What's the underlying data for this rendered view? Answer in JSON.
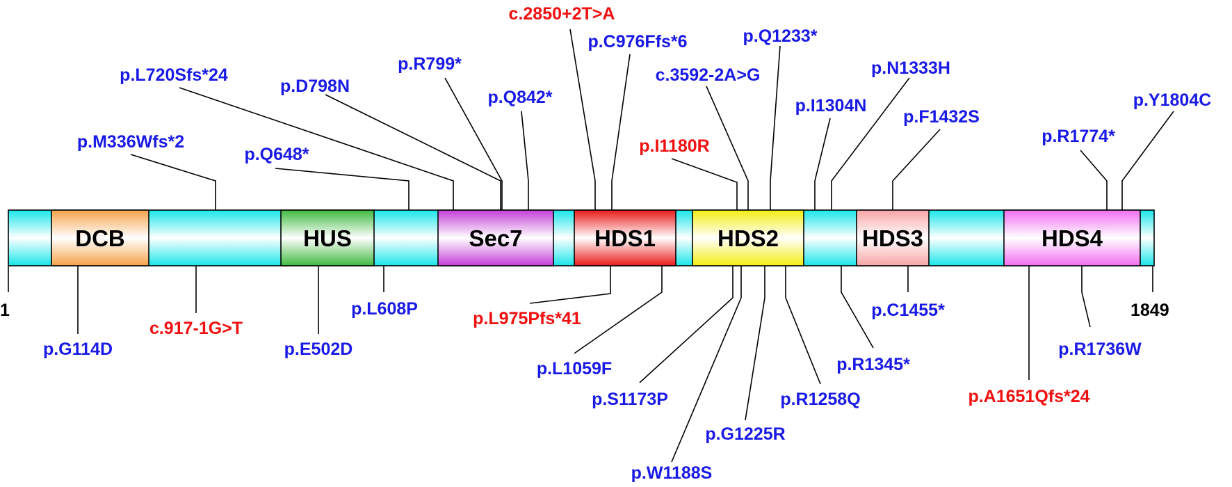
{
  "colors": {
    "backbone": "#19e6ea",
    "missense": "#1a1ae6",
    "splice_or_frameshift": "#f01010",
    "outline": "#000000"
  },
  "protein": {
    "start_label": "1",
    "end_label": "1849"
  },
  "domains": [
    {
      "name": "DCB",
      "color": "#f6a24a"
    },
    {
      "name": "HUS",
      "color": "#3fba3f"
    },
    {
      "name": "Sec7",
      "color": "#c43fd8"
    },
    {
      "name": "HDS1",
      "color": "#ea1a1a"
    },
    {
      "name": "HDS2",
      "color": "#f4ee10"
    },
    {
      "name": "HDS3",
      "color": "#f8a4a4"
    },
    {
      "name": "HDS4",
      "color": "#f26ef2"
    }
  ],
  "variants_above": [
    {
      "label": "p.M336Wfs*2",
      "color": "#1a1ae6"
    },
    {
      "label": "p.L720Sfs*24",
      "color": "#1a1ae6"
    },
    {
      "label": "p.Q648*",
      "color": "#1a1ae6"
    },
    {
      "label": "p.D798N",
      "color": "#1a1ae6"
    },
    {
      "label": "p.R799*",
      "color": "#1a1ae6"
    },
    {
      "label": "p.Q842*",
      "color": "#1a1ae6"
    },
    {
      "label": "c.2850+2T>A",
      "color": "#f01010"
    },
    {
      "label": "p.C976Ffs*6",
      "color": "#1a1ae6"
    },
    {
      "label": "p.I1180R",
      "color": "#f01010"
    },
    {
      "label": "c.3592-2A>G",
      "color": "#1a1ae6"
    },
    {
      "label": "p.Q1233*",
      "color": "#1a1ae6"
    },
    {
      "label": "p.I1304N",
      "color": "#1a1ae6"
    },
    {
      "label": "p.N1333H",
      "color": "#1a1ae6"
    },
    {
      "label": "p.F1432S",
      "color": "#1a1ae6"
    },
    {
      "label": "p.R1774*",
      "color": "#1a1ae6"
    },
    {
      "label": "p.Y1804C",
      "color": "#1a1ae6"
    }
  ],
  "variants_below": [
    {
      "label": "p.G114D",
      "color": "#1a1ae6"
    },
    {
      "label": "c.917-1G>T",
      "color": "#f01010"
    },
    {
      "label": "p.E502D",
      "color": "#1a1ae6"
    },
    {
      "label": "p.L608P",
      "color": "#1a1ae6"
    },
    {
      "label": "p.L975Pfs*41",
      "color": "#f01010"
    },
    {
      "label": "p.L1059F",
      "color": "#1a1ae6"
    },
    {
      "label": "p.S1173P",
      "color": "#1a1ae6"
    },
    {
      "label": "p.W1188S",
      "color": "#1a1ae6"
    },
    {
      "label": "p.G1225R",
      "color": "#1a1ae6"
    },
    {
      "label": "p.R1258Q",
      "color": "#1a1ae6"
    },
    {
      "label": "p.R1345*",
      "color": "#1a1ae6"
    },
    {
      "label": "p.C1455*",
      "color": "#1a1ae6"
    },
    {
      "label": "p.A1651Qfs*24",
      "color": "#f01010"
    },
    {
      "label": "p.R1736W",
      "color": "#1a1ae6"
    }
  ]
}
